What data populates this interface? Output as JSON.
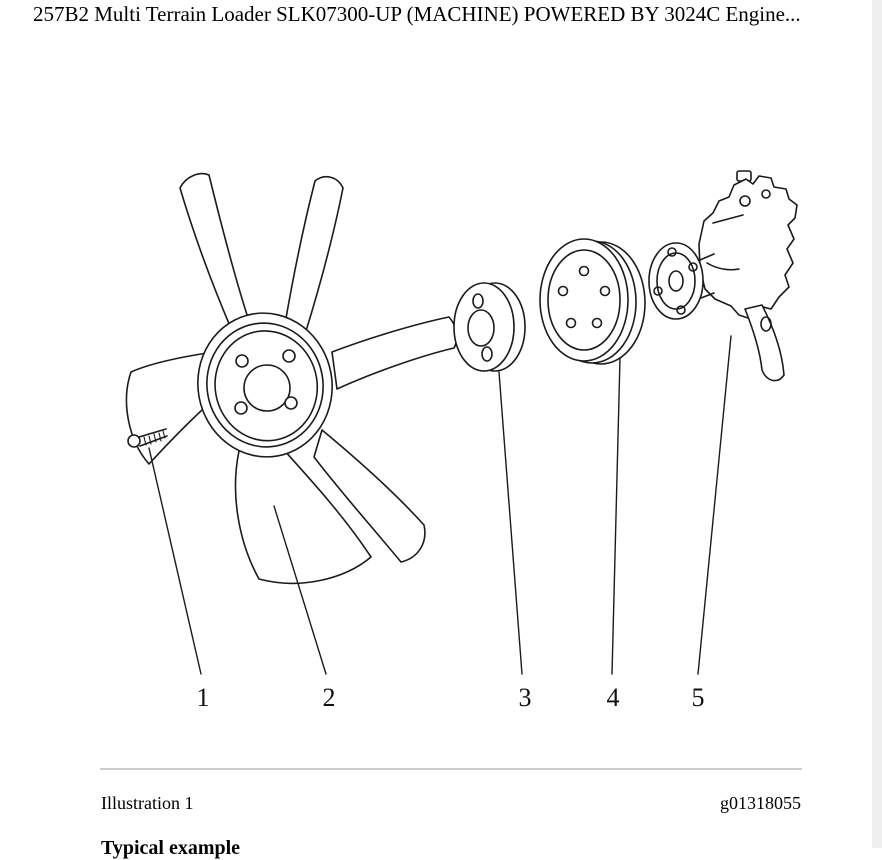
{
  "page": {
    "title": "257B2 Multi Terrain Loader SLK07300-UP (MACHINE) POWERED BY 3024C Engine...",
    "illustration_label": "Illustration 1",
    "figure_id": "g01318055",
    "footer_partial_text": "Typical example"
  },
  "diagram": {
    "callouts": [
      "1",
      "2",
      "3",
      "4",
      "5"
    ],
    "colors": {
      "line": "#1b1b1b",
      "divider": "#cdcdcd"
    }
  }
}
